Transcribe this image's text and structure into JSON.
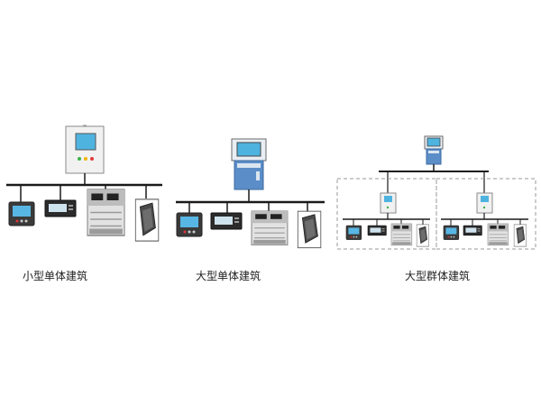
{
  "captions": {
    "small_single": "小型单体建筑",
    "large_single": "大型单体建筑",
    "large_group": "大型群体建筑"
  },
  "colors": {
    "bus_line": "#1a1a1a",
    "cabinet_blue": "#5b8ec9",
    "cabinet_light": "#e8edf3",
    "screen_cyan": "#4fb3e0",
    "dashed_frame": "#9a9a9a",
    "panel_grey": "#d8d8d8"
  },
  "icons": [
    "wall-cabinet-icon",
    "workstation-console-icon",
    "touchscreen-meter-icon",
    "lcd-meter-icon",
    "multi-channel-monitor-icon",
    "current-transformer-icon"
  ]
}
